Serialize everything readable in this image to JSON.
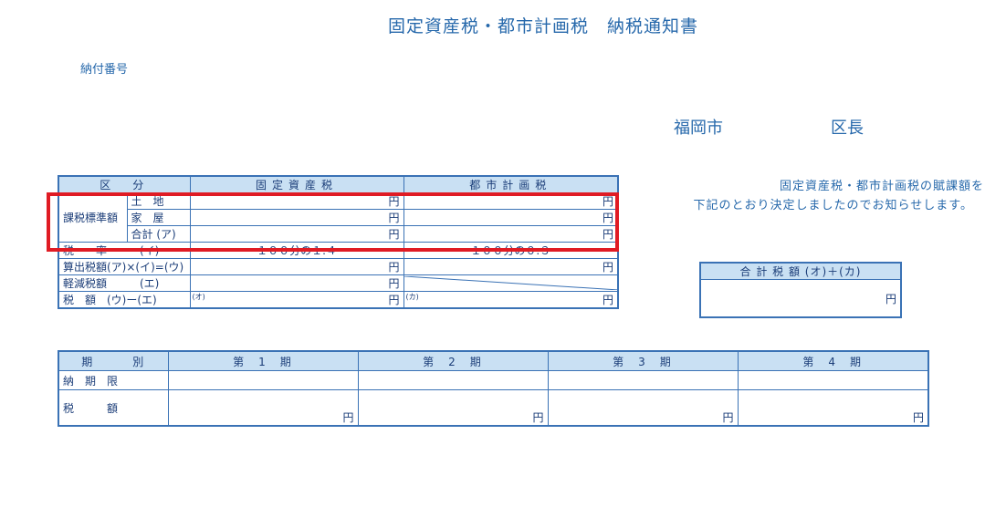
{
  "header": {
    "title": "固定資産税・都市計画税　納税通知書",
    "notice_number_label": "納付番号",
    "city": "福岡市",
    "ward_chief": "区長",
    "message_line1": "固定資産税・都市計画税の賦課額を",
    "message_line2": "下記のとおり決定しましたのでお知らせします。"
  },
  "main_table": {
    "col_category": "区　分",
    "col_fixed": "固定資産税",
    "col_city": "都市計画税",
    "group_label": "課税標準額",
    "rows": {
      "land": "土　地",
      "house": "家　屋",
      "subtotal": "合計 (ア)",
      "rate": "税　　率　　　(イ)",
      "calc": "算出税額(ア)×(イ)=(ウ)",
      "reduction": "軽減税額　　　(エ)",
      "tax": "税　額　(ウ)ー(エ)"
    },
    "yen": "円",
    "rate_fixed": "１００分の１.４",
    "rate_city": "１００分の０.３",
    "mark_o": "(オ)",
    "mark_ka": "(カ)"
  },
  "total_box": {
    "label": "合 計 税 額 (オ)＋(カ)",
    "yen": "円"
  },
  "period_table": {
    "label_period": "期　　　別",
    "label_due": "納　期　限",
    "label_amount": "税　　　額",
    "periods": [
      "第　1　期",
      "第　2　期",
      "第　3　期",
      "第　4　期"
    ],
    "yen": "円"
  }
}
